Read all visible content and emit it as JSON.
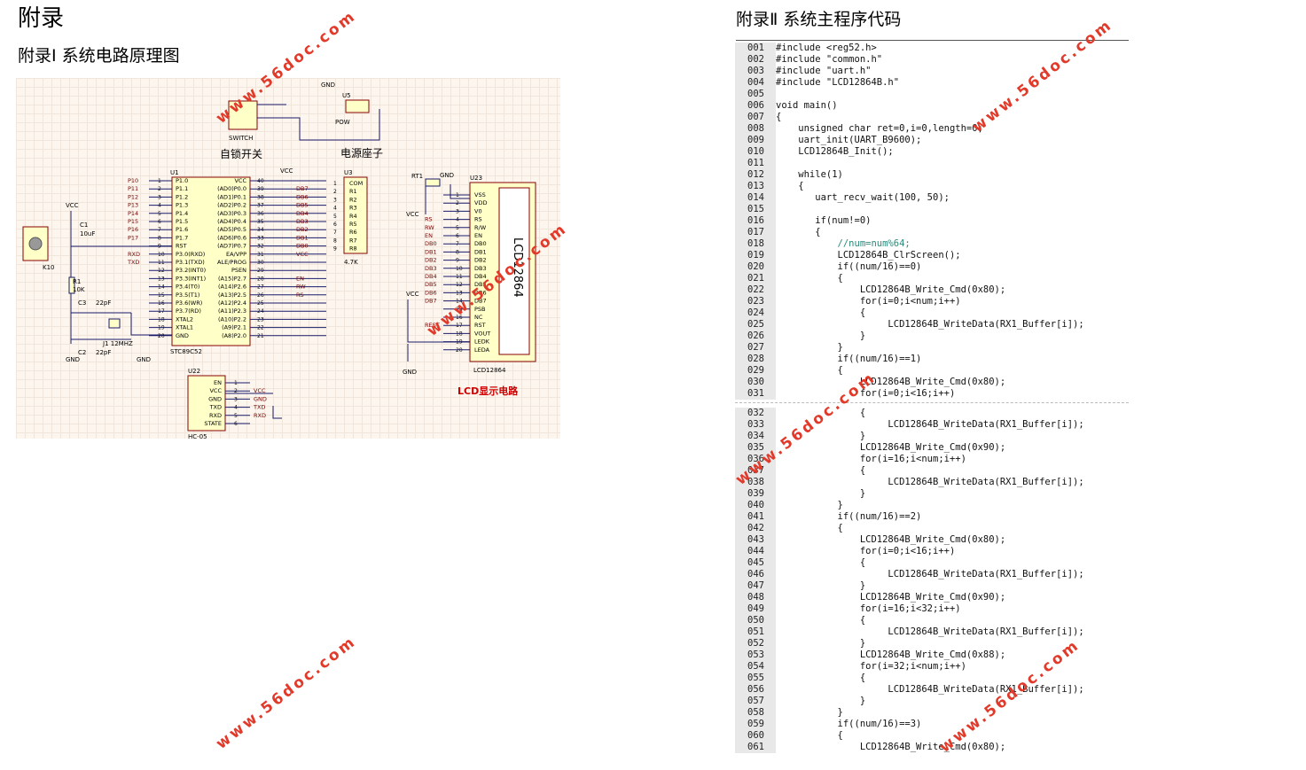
{
  "left": {
    "title": "附录",
    "subtitle": "附录Ⅰ 系统电路原理图",
    "schematic": {
      "labels": {
        "switch_caption": "自锁开关",
        "power_caption": "电源座子",
        "lcd_caption": "LCD显示电路",
        "switch_part": "SWITCH",
        "u1": "U1",
        "u1_part": "STC89C52",
        "u3": "U3",
        "u3_part": "4.7K",
        "u5": "U5",
        "u5_part": "POW",
        "u22": "U22",
        "u22_part": "HC-05",
        "u23": "U23",
        "u23_part": "LCD12864",
        "lcd_body": "LCD12864",
        "rt1": "RT1",
        "c1": "C1",
        "c1_val": "10uF",
        "c2": "C2",
        "c2_val": "22pF",
        "c3": "C3",
        "c3_val": "22pF",
        "r1": "R1",
        "r1_val": "10K",
        "crystal": "J1 12MHZ",
        "k": "K10",
        "vcc": "VCC",
        "gnd": "GND"
      },
      "mcu_left_pins": [
        "P1.0",
        "P1.1",
        "P1.2",
        "P1.3",
        "P1.4",
        "P1.5",
        "P1.6",
        "P1.7",
        "RST",
        "P3.0(RXD)",
        "P3.1(TXD)",
        "P3.2(INT0)",
        "P3.3(INT1)",
        "P3.4(T0)",
        "P3.5(T1)",
        "P3.6(WR)",
        "P3.7(RD)",
        "XTAL2",
        "XTAL1",
        "GND"
      ],
      "mcu_right_pins": [
        "VCC",
        "(AD0)P0.0",
        "(AD1)P0.1",
        "(AD2)P0.2",
        "(AD3)P0.3",
        "(AD4)P0.4",
        "(AD5)P0.5",
        "(AD6)P0.6",
        "(AD7)P0.7",
        "EA/VPP",
        "ALE/PROG",
        "PSEN",
        "(A15)P2.7",
        "(A14)P2.6",
        "(A13)P2.5",
        "(A12)P2.4",
        "(A11)P2.3",
        "(A10)P2.2",
        "(A9)P2.1",
        "(A8)P2.0"
      ],
      "mcu_left_nets": [
        "P10",
        "P11",
        "P12",
        "P13",
        "P14",
        "P15",
        "P16",
        "P17",
        "",
        "RXD",
        "TXD",
        "",
        "",
        "",
        "",
        "",
        "",
        "",
        "",
        ""
      ],
      "mcu_right_nets": [
        "",
        "DB7",
        "DB6",
        "DB5",
        "DB4",
        "DB3",
        "DB2",
        "DB1",
        "DB0",
        "VCC",
        "",
        "",
        "EN",
        "RW",
        "RS",
        "",
        "",
        "",
        "",
        ""
      ],
      "u3_pins": [
        "COM",
        "R1",
        "R2",
        "R3",
        "R4",
        "R5",
        "R6",
        "R7",
        "R8"
      ],
      "lcd_pins": [
        "VSS",
        "VDD",
        "V0",
        "RS",
        "R/W",
        "EN",
        "DB0",
        "DB1",
        "DB2",
        "DB3",
        "DB4",
        "DB5",
        "DB6",
        "DB7",
        "PSB",
        "NC",
        "RST",
        "VOUT",
        "LEDK",
        "LEDA"
      ],
      "lcd_nets": [
        "",
        "",
        "",
        "RS",
        "RW",
        "EN",
        "DB0",
        "DB1",
        "DB2",
        "DB3",
        "DB4",
        "DB5",
        "DB6",
        "DB7",
        "",
        "",
        "REST",
        "",
        "",
        ""
      ],
      "hc05_pins": [
        "EN",
        "VCC",
        "GND",
        "TXD",
        "RXD",
        "STATE"
      ],
      "hc05_nets": [
        "",
        "VCC",
        "GND",
        "TXD",
        "RXD",
        ""
      ]
    }
  },
  "right": {
    "title": "附录Ⅱ 系统主程序代码",
    "code_top": [
      {
        "n": "001",
        "t": "#include <reg52.h>"
      },
      {
        "n": "002",
        "t": "#include \"common.h\""
      },
      {
        "n": "003",
        "t": "#include \"uart.h\""
      },
      {
        "n": "004",
        "t": "#include \"LCD12864B.h\""
      },
      {
        "n": "005",
        "t": ""
      },
      {
        "n": "006",
        "t": "void main()"
      },
      {
        "n": "007",
        "t": "{"
      },
      {
        "n": "008",
        "t": "    unsigned char ret=0,i=0,length=0;"
      },
      {
        "n": "009",
        "t": "    uart_init(UART_B9600);"
      },
      {
        "n": "010",
        "t": "    LCD12864B_Init();"
      },
      {
        "n": "011",
        "t": ""
      },
      {
        "n": "012",
        "t": "    while(1)"
      },
      {
        "n": "013",
        "t": "    {"
      },
      {
        "n": "014",
        "t": "       uart_recv_wait(100, 50);"
      },
      {
        "n": "015",
        "t": ""
      },
      {
        "n": "016",
        "t": "       if(num!=0)"
      },
      {
        "n": "017",
        "t": "       {"
      },
      {
        "n": "018",
        "t": "           //num=num%64;",
        "c": true
      },
      {
        "n": "019",
        "t": "           LCD12864B_ClrScreen();"
      },
      {
        "n": "020",
        "t": "           if((num/16)==0)"
      },
      {
        "n": "021",
        "t": "           {"
      },
      {
        "n": "022",
        "t": "               LCD12864B_Write_Cmd(0x80);"
      },
      {
        "n": "023",
        "t": "               for(i=0;i<num;i++)"
      },
      {
        "n": "024",
        "t": "               {"
      },
      {
        "n": "025",
        "t": "                    LCD12864B_WriteData(RX1_Buffer[i]);"
      },
      {
        "n": "026",
        "t": "               }"
      },
      {
        "n": "027",
        "t": "           }"
      },
      {
        "n": "028",
        "t": "           if((num/16)==1)"
      },
      {
        "n": "029",
        "t": "           {"
      },
      {
        "n": "030",
        "t": "               LCD12864B_Write_Cmd(0x80);"
      },
      {
        "n": "031",
        "t": "               for(i=0;i<16;i++)"
      }
    ],
    "code_bottom": [
      {
        "n": "032",
        "t": "               {"
      },
      {
        "n": "033",
        "t": "                    LCD12864B_WriteData(RX1_Buffer[i]);"
      },
      {
        "n": "034",
        "t": "               }"
      },
      {
        "n": "035",
        "t": "               LCD12864B_Write_Cmd(0x90);"
      },
      {
        "n": "036",
        "t": "               for(i=16;i<num;i++)"
      },
      {
        "n": "037",
        "t": "               {"
      },
      {
        "n": "038",
        "t": "                    LCD12864B_WriteData(RX1_Buffer[i]);"
      },
      {
        "n": "039",
        "t": "               }"
      },
      {
        "n": "040",
        "t": "           }"
      },
      {
        "n": "041",
        "t": "           if((num/16)==2)"
      },
      {
        "n": "042",
        "t": "           {"
      },
      {
        "n": "043",
        "t": "               LCD12864B_Write_Cmd(0x80);"
      },
      {
        "n": "044",
        "t": "               for(i=0;i<16;i++)"
      },
      {
        "n": "045",
        "t": "               {"
      },
      {
        "n": "046",
        "t": "                    LCD12864B_WriteData(RX1_Buffer[i]);"
      },
      {
        "n": "047",
        "t": "               }"
      },
      {
        "n": "048",
        "t": "               LCD12864B_Write_Cmd(0x90);"
      },
      {
        "n": "049",
        "t": "               for(i=16;i<32;i++)"
      },
      {
        "n": "050",
        "t": "               {"
      },
      {
        "n": "051",
        "t": "                    LCD12864B_WriteData(RX1_Buffer[i]);"
      },
      {
        "n": "052",
        "t": "               }"
      },
      {
        "n": "053",
        "t": "               LCD12864B_Write_Cmd(0x88);"
      },
      {
        "n": "054",
        "t": "               for(i=32;i<num;i++)"
      },
      {
        "n": "055",
        "t": "               {"
      },
      {
        "n": "056",
        "t": "                    LCD12864B_WriteData(RX1_Buffer[i]);"
      },
      {
        "n": "057",
        "t": "               }"
      },
      {
        "n": "058",
        "t": "           }"
      },
      {
        "n": "059",
        "t": "           if((num/16)==3)"
      },
      {
        "n": "060",
        "t": "           {"
      },
      {
        "n": "061",
        "t": "               LCD12864B_Write_Cmd(0x80);"
      }
    ]
  },
  "watermark": "www.56doc.com"
}
